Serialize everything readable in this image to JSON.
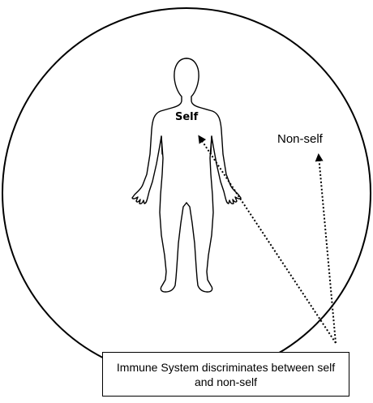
{
  "diagram": {
    "self_label": "Self",
    "nonself_label": "Non-self",
    "caption": "Immune System discriminates between self and non-self"
  }
}
